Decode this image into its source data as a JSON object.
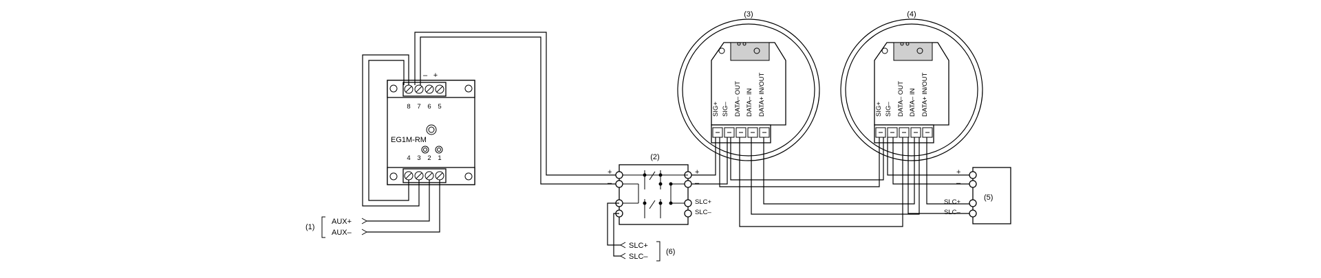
{
  "module": {
    "name": "EG1M-RM",
    "top_terminals": [
      "8",
      "7",
      "6",
      "5"
    ],
    "bottom_terminals": [
      "4",
      "3",
      "2",
      "1"
    ],
    "top_polarity_minus": "–",
    "top_polarity_plus": "+"
  },
  "callouts": {
    "c1": "(1)",
    "c2": "(2)",
    "c3": "(3)",
    "c4": "(4)",
    "c5": "(5)",
    "c6": "(6)"
  },
  "aux": {
    "plus": "AUX+",
    "minus": "AUX–"
  },
  "isolator": {
    "left_plus": "+",
    "left_minus": "–",
    "right_plus": "+",
    "right_minus": "–",
    "right_slc_plus": "SLC+",
    "right_slc_minus": "SLC–"
  },
  "device_terminals": [
    "SIG+",
    "SIG–",
    "DATA– OUT",
    "DATA– IN",
    "DATA+ IN/OUT"
  ],
  "right_labels": {
    "plus": "+",
    "minus": "–",
    "slc_plus": "SLC+",
    "slc_minus": "SLC–"
  },
  "slc_bottom": {
    "plus": "SLC+",
    "minus": "SLC–"
  }
}
